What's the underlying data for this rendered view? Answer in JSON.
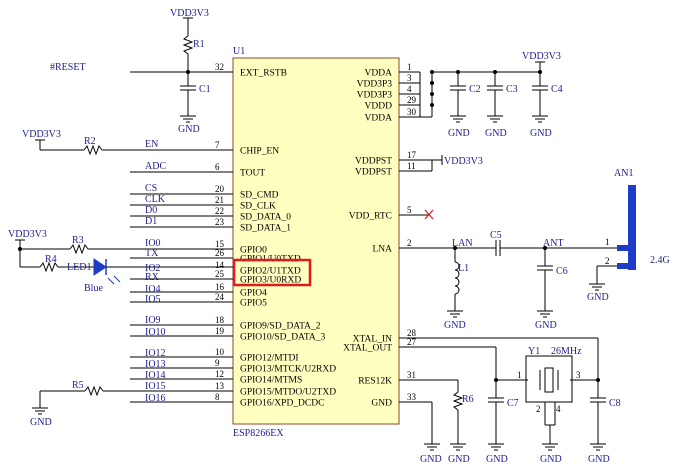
{
  "chip": {
    "ref": "U1",
    "part": "ESP8266EX",
    "left_pins": [
      {
        "num": "32",
        "name": "EXT_RSTB"
      },
      {
        "num": "7",
        "name": "CHIP_EN"
      },
      {
        "num": "6",
        "name": "TOUT"
      },
      {
        "num": "20",
        "name": "SD_CMD"
      },
      {
        "num": "21",
        "name": "SD_CLK"
      },
      {
        "num": "22",
        "name": "SD_DATA_0"
      },
      {
        "num": "23",
        "name": "SD_DATA_1"
      },
      {
        "num": "15",
        "name": "GPIO0"
      },
      {
        "num": "26",
        "name": "GPIO1/U0TXD"
      },
      {
        "num": "14",
        "name": "GPIO2/U1TXD"
      },
      {
        "num": "25",
        "name": "GPIO3/U0RXD"
      },
      {
        "num": "16",
        "name": "GPIO4"
      },
      {
        "num": "24",
        "name": "GPIO5"
      },
      {
        "num": "18",
        "name": "GPIO9/SD_DATA_2"
      },
      {
        "num": "19",
        "name": "GPIO10/SD_DATA_3"
      },
      {
        "num": "10",
        "name": "GPIO12/MTDI"
      },
      {
        "num": "9",
        "name": "GPIO13/MTCK/U2RXD"
      },
      {
        "num": "12",
        "name": "GPIO14/MTMS"
      },
      {
        "num": "13",
        "name": "GPIO15/MTDO/U2TXD"
      },
      {
        "num": "8",
        "name": "GPIO16/XPD_DCDC"
      }
    ],
    "right_pins": [
      {
        "num": "1",
        "name": "VDDA"
      },
      {
        "num": "3",
        "name": "VDD3P3"
      },
      {
        "num": "4",
        "name": "VDD3P3"
      },
      {
        "num": "29",
        "name": "VDDD"
      },
      {
        "num": "30",
        "name": "VDDA"
      },
      {
        "num": "17",
        "name": "VDDPST"
      },
      {
        "num": "11",
        "name": "VDDPST"
      },
      {
        "num": "5",
        "name": "VDD_RTC"
      },
      {
        "num": "2",
        "name": "LNA"
      },
      {
        "num": "28",
        "name": "XTAL_IN"
      },
      {
        "num": "27",
        "name": "XTAL_OUT"
      },
      {
        "num": "31",
        "name": "RES12K"
      },
      {
        "num": "33",
        "name": "GND"
      }
    ],
    "highlighted_pin": "GPIO2/U1TXD"
  },
  "nets": {
    "reset": "#RESET",
    "en": "EN",
    "adc": "ADC",
    "cs": "CS",
    "clk": "CLK",
    "d0": "D0",
    "d1": "D1",
    "io0": "IO0",
    "tx": "TX",
    "io2": "IO2",
    "rx": "RX",
    "io4": "IO4",
    "io5": "IO5",
    "io9": "IO9",
    "io10": "IO10",
    "io12": "IO12",
    "io13": "IO13",
    "io14": "IO14",
    "io15": "IO15",
    "io16": "IO16",
    "lan": "LAN",
    "ant": "ANT"
  },
  "power": {
    "vdd": "VDD3V3",
    "gnd": "GND"
  },
  "components": {
    "r1": "R1",
    "r2": "R2",
    "r3": "R3",
    "r4": "R4",
    "r5": "R5",
    "r6": "R6",
    "c1": "C1",
    "c2": "C2",
    "c3": "C3",
    "c4": "C4",
    "c5": "C5",
    "c6": "C6",
    "c7": "C7",
    "c8": "C8",
    "l1": "L1",
    "led1": "LED1",
    "led_color": "Blue",
    "y1": "Y1",
    "y1_freq": "26MHz",
    "y1_pins": [
      "1",
      "2",
      "3",
      "4"
    ],
    "an1": "AN1",
    "an1_freq": "2.4G",
    "an1_pins": [
      "1",
      "2"
    ]
  },
  "colors": {
    "chip_fill": "#ffffc0",
    "chip_border": "#8b4a2b",
    "highlight": "#e01b1b",
    "net_label": "#1e1e8c",
    "wire": "#000000",
    "led": "#1e3cc8",
    "antenna": "#1e3cc8",
    "no_connect": "#e01b1b"
  }
}
